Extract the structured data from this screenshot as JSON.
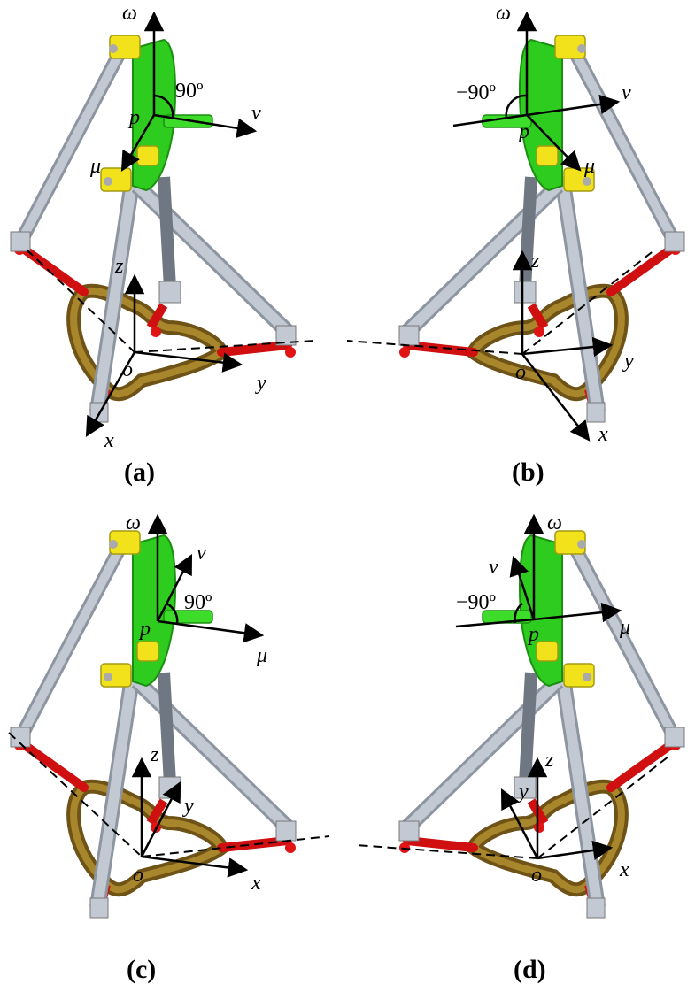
{
  "panels": [
    {
      "caption": "(a)",
      "angle": "90º",
      "labels": {
        "omega": "ω",
        "v": "v",
        "p": "p",
        "mu": "μ",
        "z": "z",
        "o": "o",
        "y": "y",
        "x": "x"
      }
    },
    {
      "caption": "(b)",
      "angle": "−90º",
      "labels": {
        "omega": "ω",
        "v": "v",
        "p": "p",
        "mu": "μ",
        "z": "z",
        "o": "o",
        "y": "y",
        "x": "x"
      }
    },
    {
      "caption": "(c)",
      "angle": "90º",
      "labels": {
        "omega": "ω",
        "v": "v",
        "p": "p",
        "mu": "μ",
        "z": "z",
        "o": "o",
        "y": "y",
        "x": "x"
      }
    },
    {
      "caption": "(d)",
      "angle": "−90º",
      "labels": {
        "omega": "ω",
        "v": "v",
        "p": "p",
        "mu": "μ",
        "z": "z",
        "o": "o",
        "y": "y",
        "x": "x"
      }
    }
  ],
  "colors": {
    "platform_green": "#2ecc1f",
    "bracket_yellow": "#f2e21c",
    "link_gray": "#b9c0cb",
    "base_bronze": "#8a6a1e",
    "joint_red": "#e01414",
    "axis_black": "#000000"
  }
}
